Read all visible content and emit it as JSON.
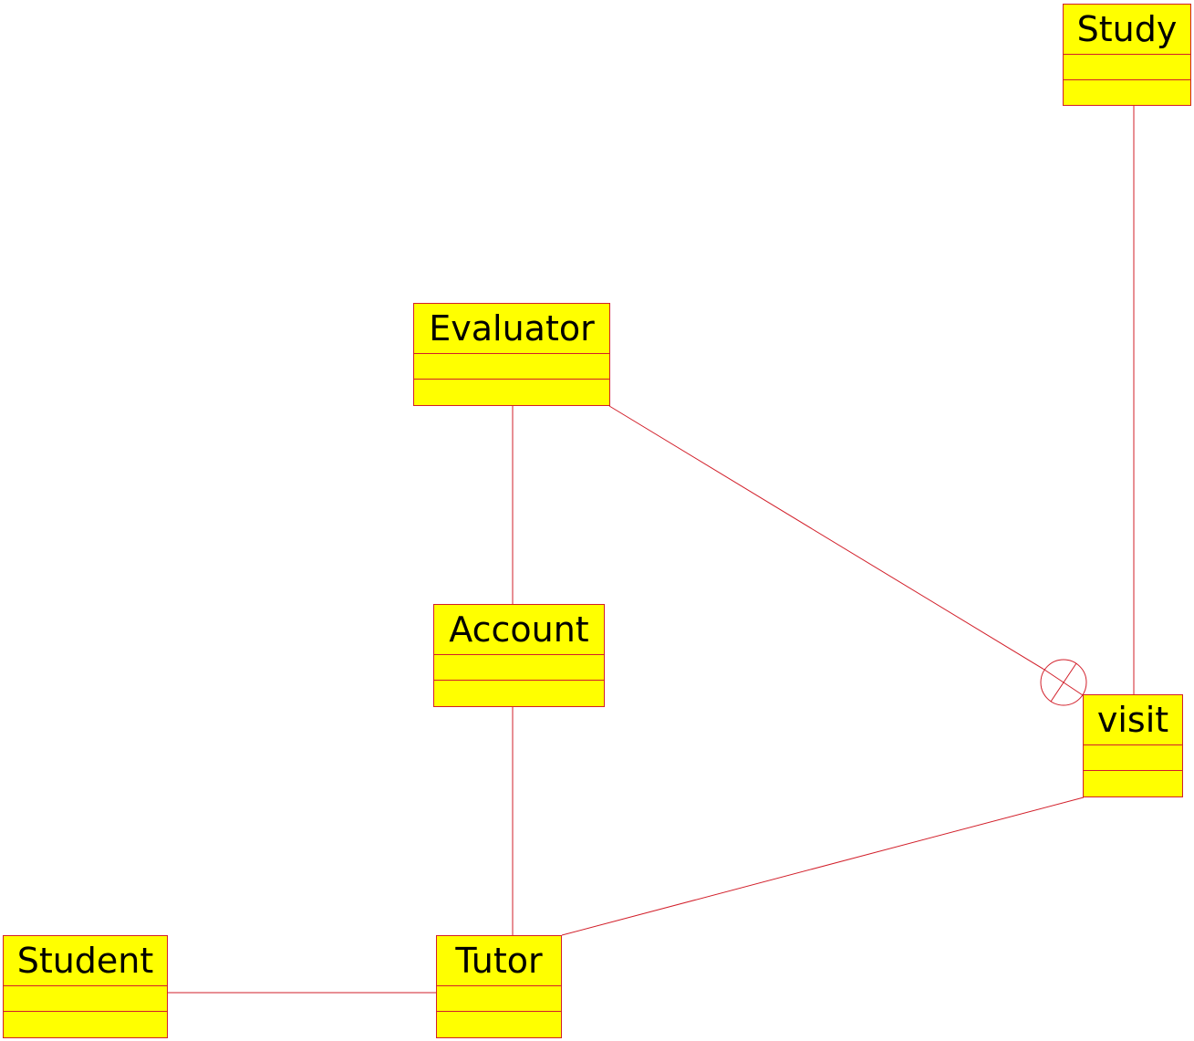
{
  "diagram": {
    "line_color": "#d21f2a",
    "class_fill": "#ffff00",
    "classes": {
      "study": {
        "name": "Study"
      },
      "evaluator": {
        "name": "Evaluator"
      },
      "account": {
        "name": "Account"
      },
      "visit": {
        "name": "visit"
      },
      "student": {
        "name": "Student"
      },
      "tutor": {
        "name": "Tutor"
      }
    },
    "associations": [
      {
        "from": "Study",
        "to": "visit",
        "marker": "none"
      },
      {
        "from": "Evaluator",
        "to": "Account",
        "marker": "none"
      },
      {
        "from": "Evaluator",
        "to": "visit",
        "marker": "containment-circle-plus"
      },
      {
        "from": "Account",
        "to": "Tutor",
        "marker": "none"
      },
      {
        "from": "visit",
        "to": "Tutor",
        "marker": "none"
      },
      {
        "from": "Student",
        "to": "Tutor",
        "marker": "none"
      }
    ]
  }
}
